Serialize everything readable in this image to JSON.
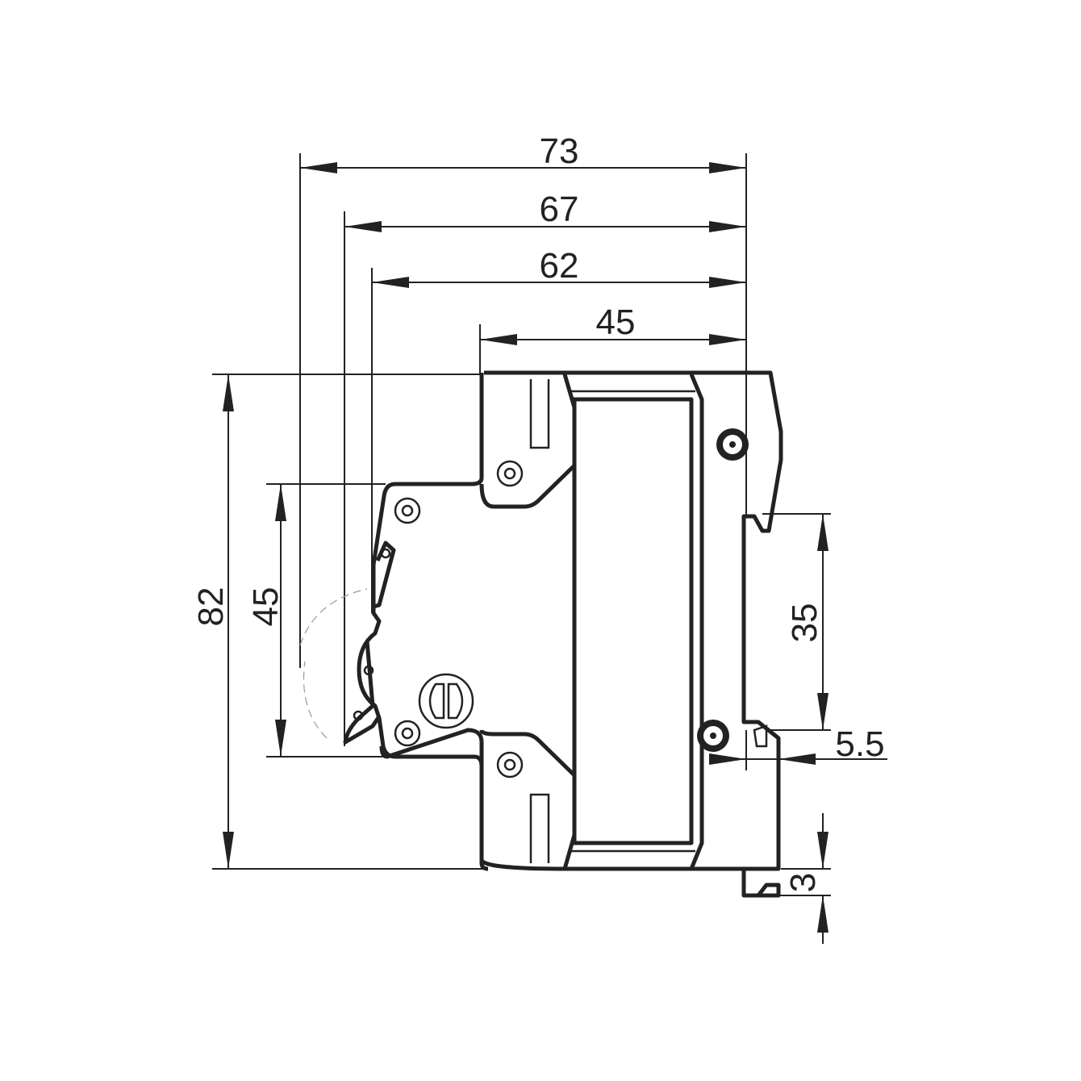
{
  "dimensions": {
    "overall_depth": "73",
    "depth_to_lever": "67",
    "depth_to_front": "62",
    "depth_to_shoulder": "45",
    "overall_height": "82",
    "front_height": "45",
    "din_rail": "35",
    "clip_offset": "5.5",
    "clip_thickness": "3"
  },
  "colors": {
    "line": "#222222",
    "background": "#ffffff"
  }
}
